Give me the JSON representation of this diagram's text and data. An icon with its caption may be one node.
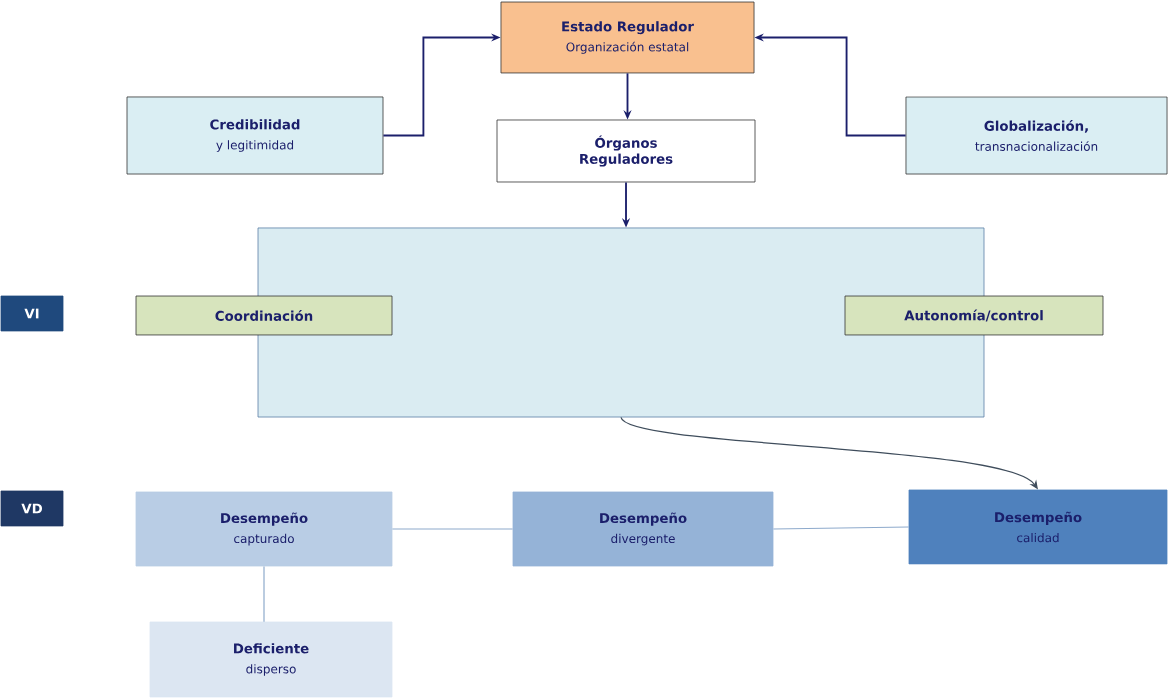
{
  "diagram": {
    "nodes": [
      {
        "text": [
          "Estado Regulador",
          "Organización estatal"
        ]
      },
      {
        "text": [
          "Credibilidad",
          "y legitimidad"
        ]
      },
      {
        "text": [
          "Órganos Reguladores"
        ]
      },
      {
        "text": [
          "Globalización,",
          "transnacionalización"
        ]
      },
      {
        "text": [],
        "shape": "box"
      },
      {
        "text": [
          "VI"
        ]
      },
      {
        "text": [
          "Coordinación"
        ]
      },
      {
        "text": [
          "Autonomía/control"
        ]
      },
      {
        "text": [
          "VD"
        ]
      },
      {
        "text": [
          "Desempeño",
          "capturado"
        ]
      },
      {
        "text": [
          "Desempeño",
          "divergente"
        ]
      },
      {
        "text": [
          "Desempeño",
          "calidad"
        ]
      },
      {
        "text": [
          "Deficiente",
          "disperso"
        ]
      }
    ],
    "edges": [
      {
        "from": 1,
        "to": 0,
        "arrow": "to"
      },
      {
        "from": 3,
        "to": 0,
        "arrow": "to"
      },
      {
        "from": 0,
        "to": 2,
        "arrow": "to"
      },
      {
        "from": 2,
        "to": 4,
        "arrow": "to"
      },
      {
        "from": 4,
        "to": 11,
        "arrow": "to",
        "color": "#3f4d5c"
      },
      {
        "from": 9,
        "to": 10,
        "arrow": "none",
        "color": "#8eaacc"
      },
      {
        "from": 10,
        "to": 11,
        "arrow": "none",
        "color": "#8eaacc"
      },
      {
        "from": 9,
        "to": 12,
        "arrow": "none",
        "color": "#8eaacc"
      }
    ]
  }
}
